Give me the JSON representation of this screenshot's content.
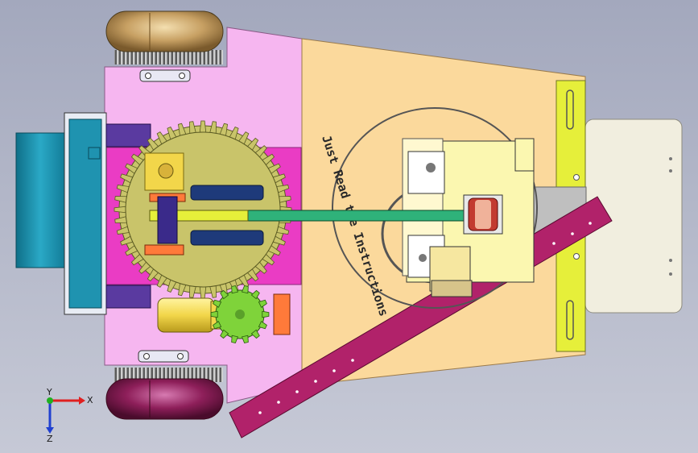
{
  "viewport": {
    "background_top": "#a3a8bd",
    "background_bottom": "#c6c9d6"
  },
  "model": {
    "engraved_text": "Just Read the Instructions",
    "colors": {
      "chassis_plate": "#f6b6f0",
      "top_plate": "#fbd99c",
      "gear": "#c9c46a",
      "motor_housing": "#1f93b0",
      "arm": "#b1226a",
      "bracket": "#e6ef3a",
      "shaft": "#2fb27a",
      "small_gear": "#7fd33a",
      "gearmotor": "#f2e05a",
      "wheel_top": "#c7a063",
      "wheel_bottom": "#8e1f5a",
      "base_board": "#f1eedf"
    }
  },
  "triad": {
    "x_label": "X",
    "y_label": "Y",
    "z_label": "Z",
    "x_color": "#e02020",
    "y_color": "#20b020",
    "z_color": "#2040d0"
  }
}
